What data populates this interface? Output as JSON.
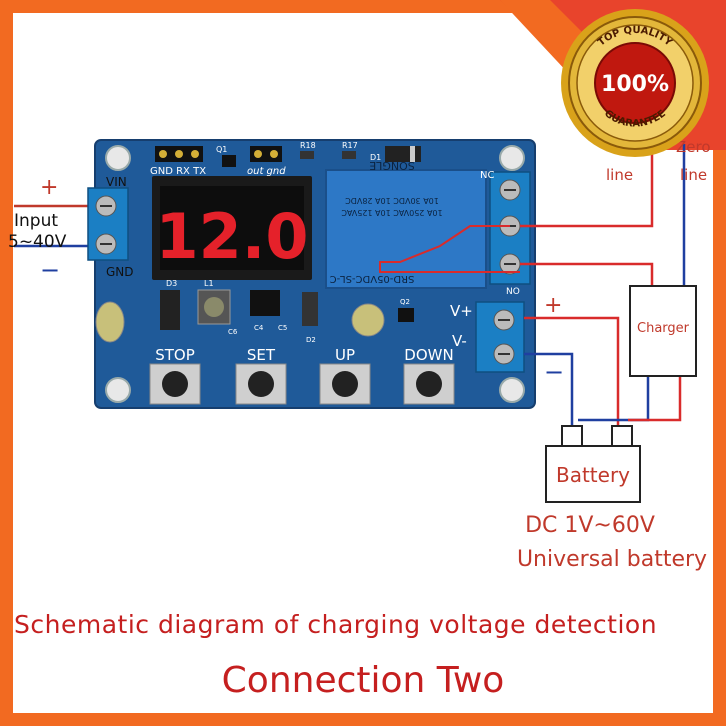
{
  "badge": {
    "top": "TOP QUALITY",
    "center": "100%",
    "bottom": "GUARANTEE"
  },
  "wires": {
    "plus_left": "+",
    "minus_left": "−",
    "input": "Input",
    "input_range": "5~40V",
    "plus_right": "+",
    "minus_right": "−",
    "fire_line": "line",
    "zero_line": "Zero",
    "zero_line2": "line"
  },
  "board": {
    "vin": "VIN",
    "gnd": "GND",
    "header": "GND RX TX",
    "display": "12.0",
    "q1": "Q1",
    "out_gnd": "out gnd",
    "r18": "R18",
    "r17": "R17",
    "d1": "D1",
    "relay_model": "SRD-05VDC-SL-C",
    "relay_r1": "10A 250VAC  10A 125VAC",
    "relay_r2": "10A 30VDC  10A 28VDC",
    "relay_brand": "SONGLE",
    "nc": "NC",
    "no": "NO",
    "vplus": "V+",
    "vminus": "V-",
    "d3": "D3",
    "l1": "L1",
    "c6": "C6",
    "c4": "C4",
    "c5": "C5",
    "d2": "D2",
    "q2": "Q2",
    "buttons": [
      "STOP",
      "SET",
      "UP",
      "DOWN"
    ]
  },
  "charger": {
    "label": "Charger"
  },
  "battery": {
    "label": "Battery",
    "spec1": "DC 1V~60V",
    "spec2": "Universal battery"
  },
  "caption": {
    "line1": "Schematic diagram of charging voltage detection",
    "line2": "Connection Two"
  }
}
